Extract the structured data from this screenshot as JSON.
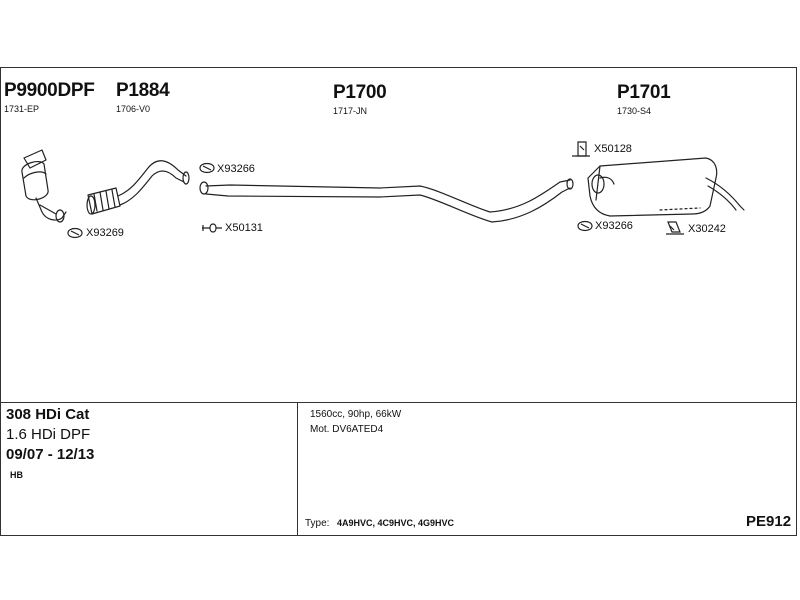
{
  "parts": {
    "p9900": {
      "code": "P9900DPF",
      "sub": "1731-EP"
    },
    "p1884": {
      "code": "P1884",
      "sub": "1706-V0"
    },
    "p1700": {
      "code": "P1700",
      "sub": "1717-JN"
    },
    "p1701": {
      "code": "P1701",
      "sub": "1730-S4"
    }
  },
  "refs": {
    "x93266_a": "X93266",
    "x93269": "X93269",
    "x50131": "X50131",
    "x50128": "X50128",
    "x93266_b": "X93266",
    "x30242": "X30242"
  },
  "vehicle": {
    "model": "308 HDi Cat",
    "engine": "1.6 HDi DPF",
    "years": "09/07 - 12/13",
    "body": "HB"
  },
  "specs": {
    "power": "1560cc, 90hp, 66kW",
    "motor": "Mot. DV6ATED4",
    "type_label": "Type:",
    "type_values": "4A9HVC, 4C9HVC, 4G9HVC"
  },
  "diagram_id": "PE912"
}
